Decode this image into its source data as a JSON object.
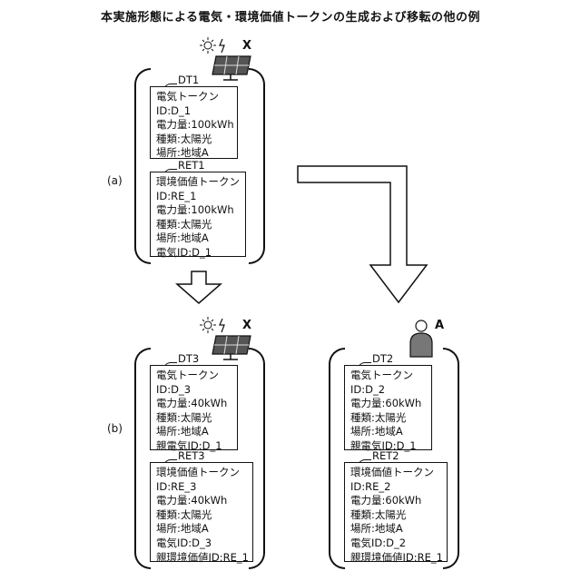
{
  "title": "本実施形態による電気・環境価値トークンの生成および移転の他の例",
  "labels": {
    "a": "(a)",
    "b": "(b)"
  },
  "entities": {
    "x_top": "X",
    "x_bottom": "X",
    "a_user": "A"
  },
  "tokens": {
    "dt1": {
      "tag": "DT1",
      "rows": [
        "電気トークン",
        "ID:D_1",
        "電力量:100kWh",
        "種類:太陽光",
        "場所:地域A"
      ]
    },
    "ret1": {
      "tag": "RET1",
      "rows": [
        "環境価値トークン",
        "ID:RE_1",
        "電力量:100kWh",
        "種類:太陽光",
        "場所:地域A",
        "電気ID:D_1"
      ]
    },
    "dt3": {
      "tag": "DT3",
      "rows": [
        "電気トークン",
        "ID:D_3",
        "電力量:40kWh",
        "種類:太陽光",
        "場所:地域A",
        "親電気ID:D_1"
      ]
    },
    "ret3": {
      "tag": "RET3",
      "rows": [
        "環境価値トークン",
        "ID:RE_3",
        "電力量:40kWh",
        "種類:太陽光",
        "場所:地域A",
        "電気ID:D_3",
        "親環境価値ID:RE_1"
      ]
    },
    "dt2": {
      "tag": "DT2",
      "rows": [
        "電気トークン",
        "ID:D_2",
        "電力量:60kWh",
        "種類:太陽光",
        "場所:地域A",
        "親電気ID:D_1"
      ]
    },
    "ret2": {
      "tag": "RET2",
      "rows": [
        "環境価値トークン",
        "ID:RE_2",
        "電力量:60kWh",
        "種類:太陽光",
        "場所:地域A",
        "電気ID:D_2",
        "親環境価値ID:RE_1"
      ]
    }
  }
}
